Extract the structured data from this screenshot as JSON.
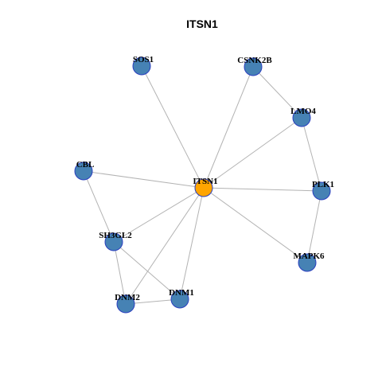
{
  "title": "ITSN1",
  "colors": {
    "center_node": "#ffa500",
    "other_node": "#4682b4",
    "node_border": "#2a3fbf",
    "edge": "#b3b3b3"
  },
  "network": {
    "nodes": [
      {
        "id": "ITSN1",
        "label": "ITSN1",
        "center": true
      },
      {
        "id": "SOS1",
        "label": "SOS1"
      },
      {
        "id": "CSNK2B",
        "label": "CSNK2B"
      },
      {
        "id": "LMO4",
        "label": "LMO4"
      },
      {
        "id": "CBL",
        "label": "CBL"
      },
      {
        "id": "PLK1",
        "label": "PLK1"
      },
      {
        "id": "SH3GL2",
        "label": "SH3GL2"
      },
      {
        "id": "MAPK6",
        "label": "MAPK6"
      },
      {
        "id": "DNM1",
        "label": "DNM1"
      },
      {
        "id": "DNM2",
        "label": "DNM2"
      }
    ],
    "edges": [
      [
        "ITSN1",
        "SOS1"
      ],
      [
        "ITSN1",
        "CSNK2B"
      ],
      [
        "ITSN1",
        "LMO4"
      ],
      [
        "ITSN1",
        "CBL"
      ],
      [
        "ITSN1",
        "PLK1"
      ],
      [
        "ITSN1",
        "SH3GL2"
      ],
      [
        "ITSN1",
        "MAPK6"
      ],
      [
        "ITSN1",
        "DNM1"
      ],
      [
        "ITSN1",
        "DNM2"
      ],
      [
        "CSNK2B",
        "LMO4"
      ],
      [
        "LMO4",
        "PLK1"
      ],
      [
        "PLK1",
        "MAPK6"
      ],
      [
        "CBL",
        "SH3GL2"
      ],
      [
        "SH3GL2",
        "DNM2"
      ],
      [
        "SH3GL2",
        "DNM1"
      ],
      [
        "DNM2",
        "DNM1"
      ]
    ]
  }
}
